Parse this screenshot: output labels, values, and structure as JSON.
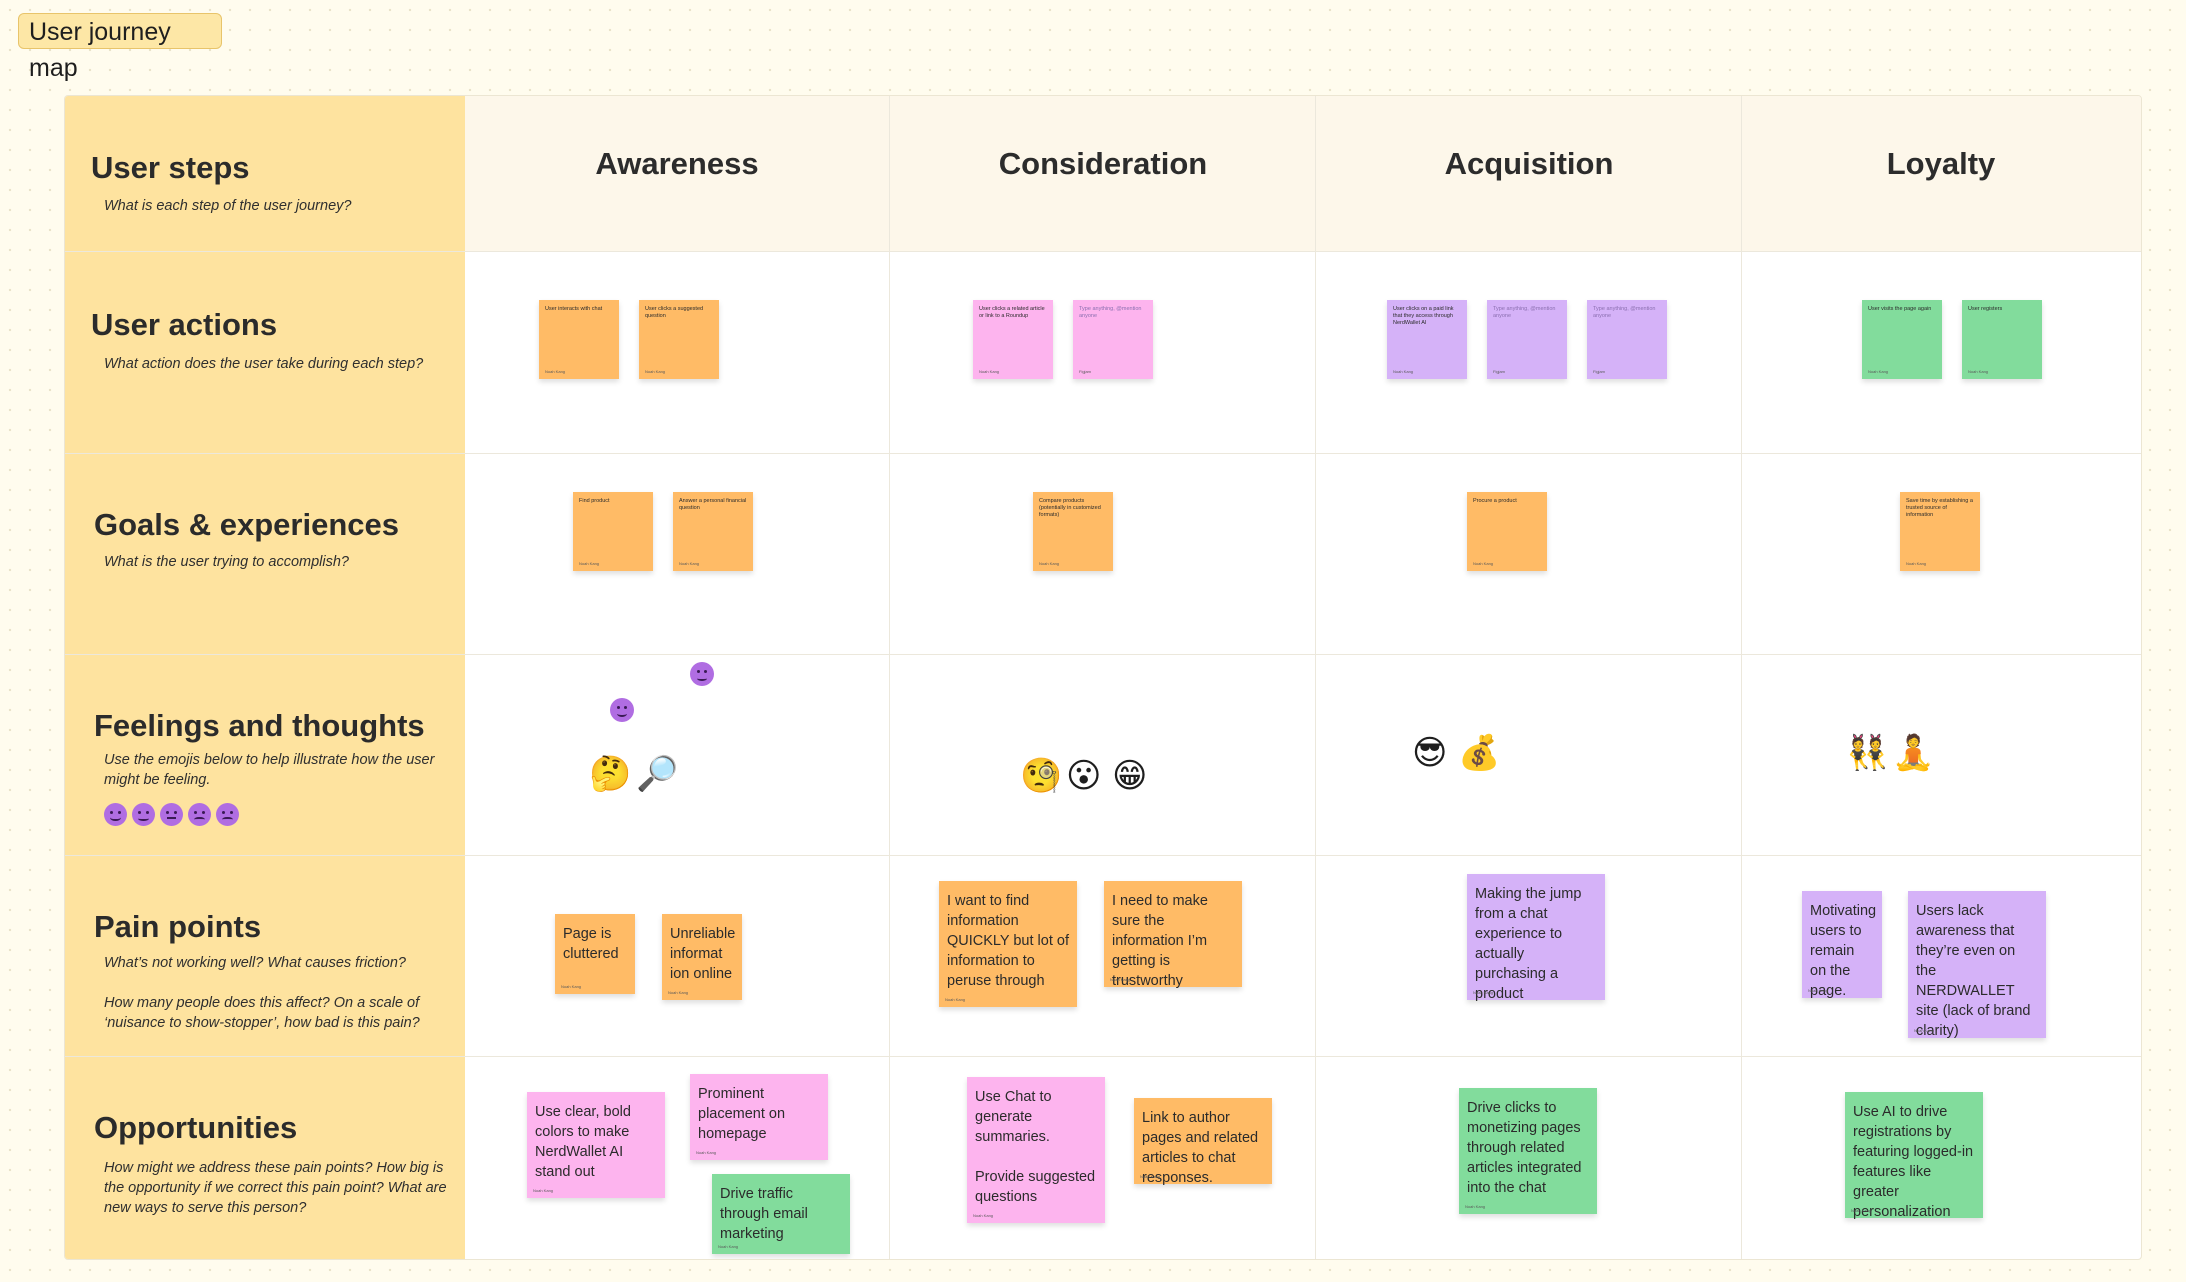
{
  "frame_label": "User journey map",
  "phases": [
    "Awareness",
    "Consideration",
    "Acquisition",
    "Loyalty"
  ],
  "rows": {
    "user_steps": {
      "title": "User steps",
      "sub": "What is each step of the user journey?"
    },
    "user_actions": {
      "title": "User actions",
      "sub": "What action does the user take during each step?"
    },
    "goals": {
      "title": "Goals & experiences",
      "sub": "What is the user trying to accomplish?"
    },
    "feelings": {
      "title": "Feelings and thoughts",
      "sub": "Use the emojis below to help illustrate how the user might be feeling."
    },
    "pain": {
      "title": "Pain points",
      "sub1": "What’s not working well? What causes friction?",
      "sub2": "How many people does this affect? On a scale of ‘nuisance to show-stopper’, how bad is this pain?"
    },
    "opportunities": {
      "title": "Opportunities",
      "sub": "How might we address these pain points? How big is the opportunity if we correct this pain point? What are new ways to serve this person?"
    }
  },
  "author_name": "Noah Kang",
  "author_short": "Figjam",
  "placeholder_text": "Type anything, @mention anyone",
  "stickies": {
    "a1": "User interacts with chat",
    "a2": "User clicks a suggested question",
    "c1": "User clicks a related article or link to a Roundup",
    "q1": "User clicks on a paid link that they access through NerdWallet AI",
    "l1": "User visits the page again",
    "l2": "User registers",
    "g1": "Find product",
    "g2": "Answer a personal financial question",
    "g3": "Compare products (potentially in customized formats)",
    "g4": "Procure a product",
    "g5": "Save time by establishing a trusted source of information",
    "p1": "Page is cluttered",
    "p2": "Unreliable informat ion online",
    "p3": "I want to find information QUICKLY but lot of information to peruse through",
    "p4": "I need to make sure the information I’m getting is trustworthy",
    "p5": "Making the jump from a chat experience to actually purchasing a product",
    "p6": "Motivating users to remain on the page.",
    "p7": "Users lack awareness that they’re even on the NERDWALLET site (lack of brand clarity)",
    "o1": "Use clear, bold colors to make NerdWallet AI stand out",
    "o2": "Prominent placement on homepage",
    "o3": "Drive traffic through email marketing",
    "o4": "Use Chat to generate summaries.\n\nProvide suggested questions",
    "o5": "Link to author pages and related articles to chat responses.",
    "o6": "Drive clicks to monetizing pages through related articles integrated into the chat",
    "o7": "Use AI to drive registrations by featuring logged-in features like greater personalization"
  },
  "emojis": {
    "thinking": "🤔",
    "magnifier": "🔎",
    "monocle": "🧐",
    "surprised": "😮",
    "grin": "😁",
    "cool": "😎",
    "money_bag": "💰",
    "dancers": "👯",
    "meditate": "🧘"
  },
  "colors": {
    "label_column": "#fee39f",
    "orange": "#ffbb66",
    "pink": "#fdb4ee",
    "purple": "#d5b2f8",
    "green": "#82dc9c",
    "emoji_face": "#b06de2"
  },
  "icons": [
    "very-happy-face-icon",
    "happy-face-icon",
    "neutral-face-icon",
    "sad-face-icon",
    "angry-face-icon"
  ]
}
